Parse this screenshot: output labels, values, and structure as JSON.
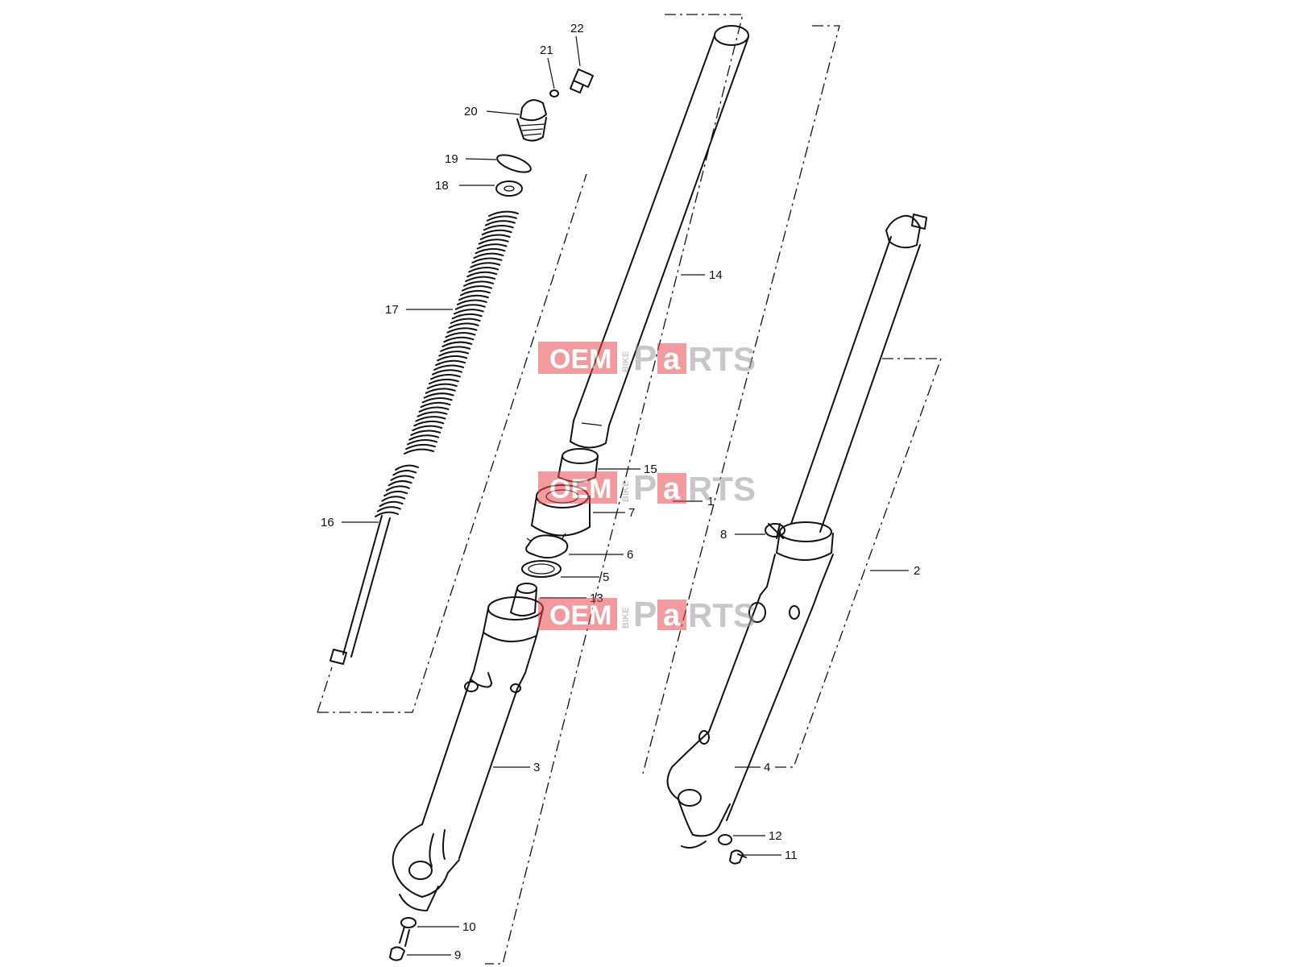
{
  "callouts": [
    {
      "id": "1",
      "label": "1"
    },
    {
      "id": "2",
      "label": "2"
    },
    {
      "id": "3",
      "label": "3"
    },
    {
      "id": "4",
      "label": "4"
    },
    {
      "id": "5",
      "label": "5"
    },
    {
      "id": "6",
      "label": "6"
    },
    {
      "id": "7",
      "label": "7"
    },
    {
      "id": "8",
      "label": "8"
    },
    {
      "id": "9",
      "label": "9"
    },
    {
      "id": "10",
      "label": "10"
    },
    {
      "id": "11",
      "label": "11"
    },
    {
      "id": "12",
      "label": "12"
    },
    {
      "id": "13",
      "label": "13"
    },
    {
      "id": "14",
      "label": "14"
    },
    {
      "id": "15",
      "label": "15"
    },
    {
      "id": "16",
      "label": "16"
    },
    {
      "id": "17",
      "label": "17"
    },
    {
      "id": "18",
      "label": "18"
    },
    {
      "id": "19",
      "label": "19"
    },
    {
      "id": "20",
      "label": "20"
    },
    {
      "id": "21",
      "label": "21"
    },
    {
      "id": "22",
      "label": "22"
    }
  ],
  "watermark": {
    "oem": "OEM",
    "bike": "BIKE",
    "p": "P",
    "a": "a",
    "rts": "RTS",
    "brand_red": "#e8494f",
    "brand_gray": "#9a9a9a"
  }
}
